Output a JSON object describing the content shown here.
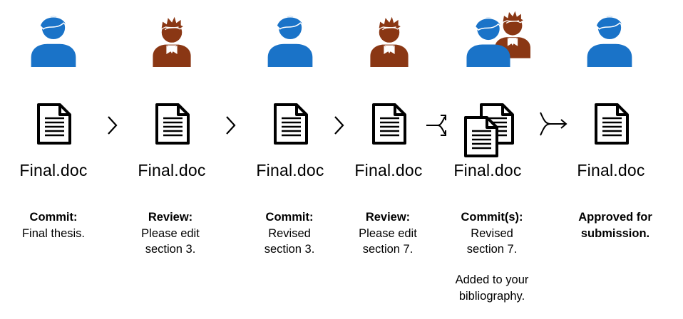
{
  "colors": {
    "blue": "#1a73c8",
    "brown": "#8a3714",
    "ink": "#000000"
  },
  "steps": [
    {
      "filename": "Final.doc",
      "title": "Commit:",
      "desc": [
        "Final thesis."
      ],
      "person": "blue-user-icon"
    },
    {
      "filename": "Final.doc",
      "title": "Review:",
      "desc": [
        "Please edit",
        "section 3."
      ],
      "person": "brown-reviewer-icon"
    },
    {
      "filename": "Final.doc",
      "title": "Commit:",
      "desc": [
        "Revised",
        "section 3."
      ],
      "person": "blue-user-icon"
    },
    {
      "filename": "Final.doc",
      "title": "Review:",
      "desc": [
        "Please edit",
        "section 7."
      ],
      "person": "brown-reviewer-icon"
    },
    {
      "filename": "Final.doc",
      "title": "Commit(s):",
      "desc": [
        "Revised",
        "section 7."
      ],
      "extra": [
        "Added to your",
        "bibliography."
      ],
      "person": "blue-and-brown-users-icon"
    },
    {
      "filename": "Final.doc",
      "title": [
        "Approved for",
        "submission."
      ],
      "desc": [],
      "person": "blue-user-icon"
    }
  ],
  "connectors": [
    "chevron-right-icon",
    "chevron-right-icon",
    "chevron-right-icon",
    "branch-split-icon",
    "branch-merge-icon"
  ]
}
